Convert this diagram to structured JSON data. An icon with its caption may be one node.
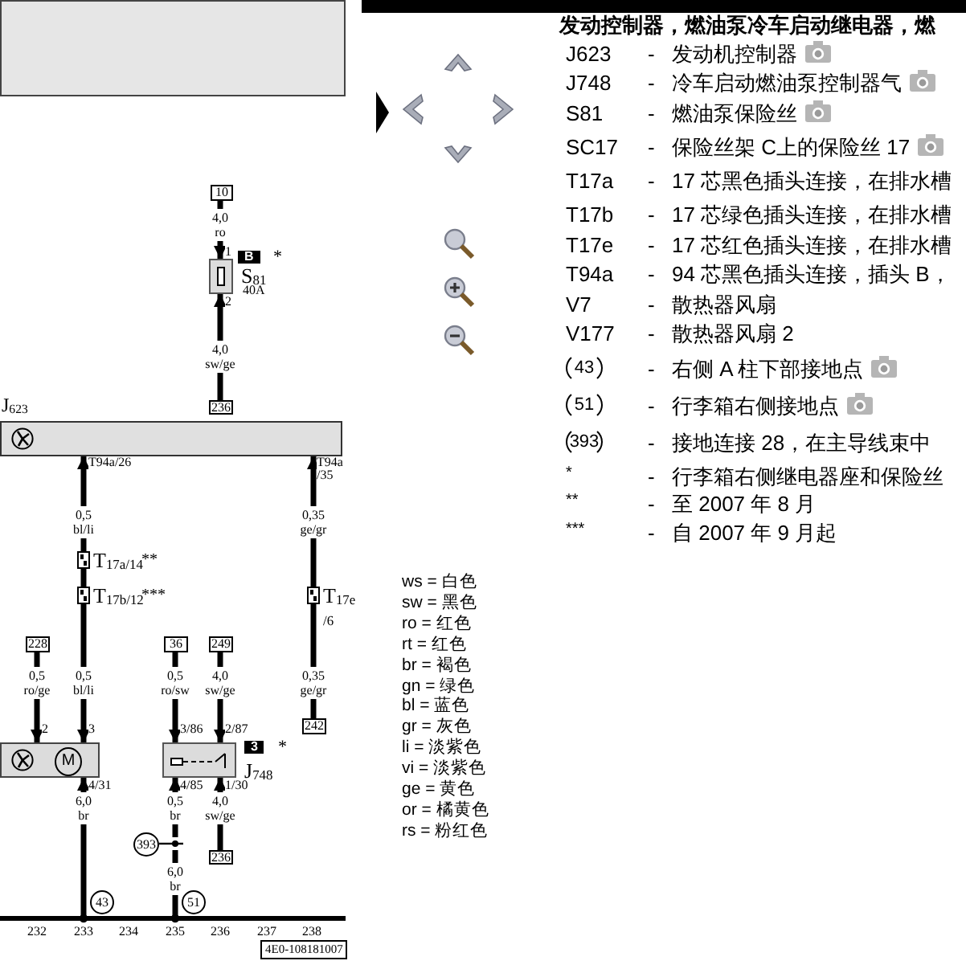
{
  "diagram": {
    "title": "发动控制器，燃油泵冷车启动继电器，燃",
    "nodes": [
      {
        "text": [],
        "shape": "box"
      },
      {
        "text": [
          "J$_{623}$"
        ]
      },
      {
        "text": [
          "10"
        ]
      },
      {
        "text": [
          "S$_{81}$",
          "40A"
        ],
        "beside": [
          "B",
          "*"
        ]
      },
      {
        "text": [
          "236"
        ]
      },
      {
        "text": [
          "T$_{17a/14}$"
        ],
        "beside": [
          "**"
        ]
      },
      {
        "text": [
          "T$_{17b/12}$"
        ],
        "beside": [
          "***"
        ]
      },
      {
        "text": [
          "T$_{17e /6}$"
        ]
      },
      {
        "text": [
          "228"
        ]
      },
      {
        "text": [
          "36"
        ]
      },
      {
        "text": [
          "249"
        ]
      },
      {
        "text": [
          "242"
        ]
      },
      {
        "text": [],
        "shape": "box"
      },
      {
        "text": [
          "J$_{748}$"
        ],
        "beside": [
          "3",
          "*"
        ]
      },
      {
        "text": [
          "393"
        ]
      },
      {
        "text": [],
        "shape": "cross"
      },
      {
        "text": [
          "236"
        ]
      },
      {
        "text": [
          "43"
        ]
      },
      {
        "text": [
          "51"
        ]
      },
      {
        "text": [],
        "shape": "bar"
      },
      {
        "text": [
          "43"
        ]
      },
      {
        "text": [
          "51"
        ]
      },
      {
        "text": [
          "393"
        ]
      },
      {
        "text": [
          "M"
        ],
        "in": 12
      }
    ],
    "edges": [
      {
        "from": 2,
        "to": 3,
        "arrow": "to",
        "label": "4,0 ro"
      },
      {
        "from": 4,
        "to": 3,
        "arrow": "to",
        "label": "4,0 sw/ge"
      },
      {
        "from": 5,
        "to": 1,
        "arrow": "to",
        "label": "0,5 bl/li"
      },
      {
        "from": 5,
        "to": 6,
        "arrow": "none"
      },
      {
        "from": 6,
        "to": 12,
        "arrow": "to",
        "label": "0,5 bl/li"
      },
      {
        "from": 7,
        "to": 1,
        "arrow": "to",
        "label": "0,35 ge/gr"
      },
      {
        "from": 7,
        "to": 11,
        "arrow": "none",
        "label": "0,35 ge/gr"
      },
      {
        "from": 8,
        "to": 12,
        "arrow": "to",
        "label": "0,5 ro/ge"
      },
      {
        "from": 9,
        "to": 13,
        "arrow": "to",
        "label": "0,5 ro/sw"
      },
      {
        "from": 10,
        "to": 13,
        "arrow": "to",
        "label": "4,0 sw/ge"
      },
      {
        "from": 19,
        "to": 12,
        "arrow": "to",
        "label": "6,0 br"
      },
      {
        "from": 15,
        "to": 13,
        "arrow": "to",
        "label": "0,5 br"
      },
      {
        "from": 15,
        "to": 19,
        "arrow": "none",
        "label": "6,0 br"
      },
      {
        "from": 16,
        "to": 13,
        "arrow": "to",
        "label": "4,0 sw/ge"
      },
      {
        "from": 14,
        "to": 15,
        "arrow": "none"
      }
    ],
    "labels": [
      "1",
      "2",
      "T94a/26",
      "T94a /35",
      "2",
      "3",
      "4/31",
      "3/86",
      "2/87",
      "4/85",
      "1/30",
      "232",
      "233",
      "234",
      "235",
      "236",
      "237",
      "238",
      "4E0-108181007",
      "ws = 白色",
      "sw = 黑色",
      "ro = 红色",
      "rt = 红色",
      "br = 褐色",
      "gn = 绿色",
      "bl = 蓝色",
      "gr = 灰色",
      "li = 淡紫色",
      "vi = 淡紫色",
      "ge = 黄色",
      "or = 橘黄色",
      "rs = 粉红色",
      "J623",
      "-",
      "发动机控制器",
      "J748",
      "-",
      "冷车启动燃油泵控制器气",
      "S81",
      "-",
      "燃油泵保险丝",
      "SC17",
      "-",
      "保险丝架 C上的保险丝 17",
      "T17a",
      "-",
      "17 芯黑色插头连接，在排水槽",
      "T17b",
      "-",
      "17 芯绿色插头连接，在排水槽",
      "T17e",
      "-",
      "17 芯红色插头连接，在排水槽",
      "T94a",
      "-",
      "94 芯黑色插头连接，插头 B，",
      "V7",
      "-",
      "散热器风扇",
      "V177",
      "-",
      "散热器风扇 2",
      "-",
      "右侧 A 柱下部接地点",
      "-",
      "行李箱右侧接地点",
      "-",
      "接地连接 28，在主导线束中",
      "*",
      "-",
      "行李箱右侧继电器座和保险丝",
      "**",
      "-",
      "至 2007 年 8 月",
      "***",
      "-",
      "自 2007 年 9 月起"
    ]
  }
}
